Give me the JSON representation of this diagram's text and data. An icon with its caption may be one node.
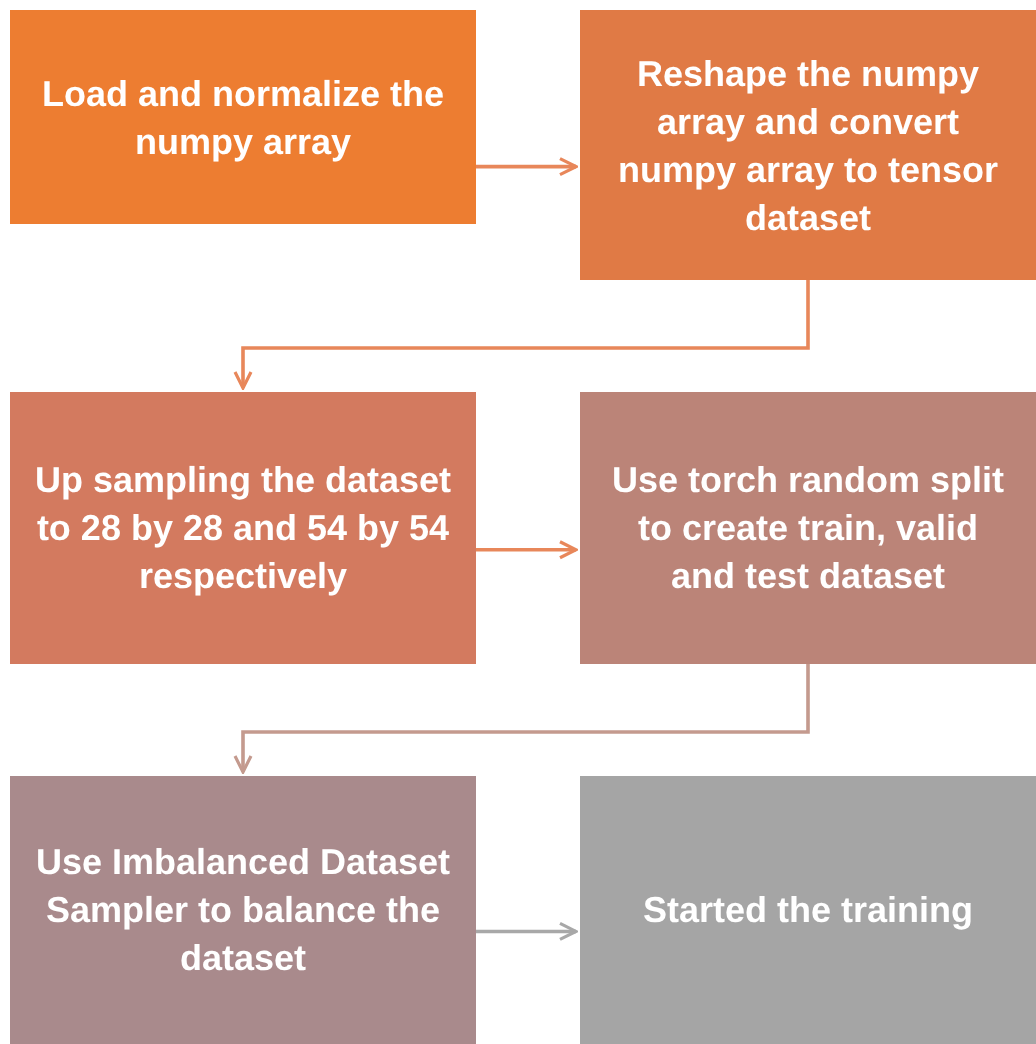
{
  "diagram": {
    "nodes": [
      {
        "text": [
          "Load and normalize the numpy array"
        ]
      },
      {
        "text": [
          "Reshape the numpy array and convert numpy array to tensor dataset"
        ]
      },
      {
        "text": [
          "Up sampling the dataset to 28 by 28 and 54 by 54 respectively"
        ]
      },
      {
        "text": [
          "Use torch random split to create train, valid and test dataset"
        ]
      },
      {
        "text": [
          "Use Imbalanced Dataset Sampler to balance the dataset"
        ]
      },
      {
        "text": [
          "Started the training"
        ]
      }
    ],
    "edges": [
      {
        "from": 0,
        "to": 1,
        "arrow": "to"
      },
      {
        "from": 1,
        "to": 2,
        "arrow": "to"
      },
      {
        "from": 2,
        "to": 3,
        "arrow": "to"
      },
      {
        "from": 3,
        "to": 4,
        "arrow": "to",
        "color": "#c49a8e"
      },
      {
        "from": 4,
        "to": 5,
        "arrow": "to",
        "color": "#a8a8a8"
      }
    ]
  }
}
